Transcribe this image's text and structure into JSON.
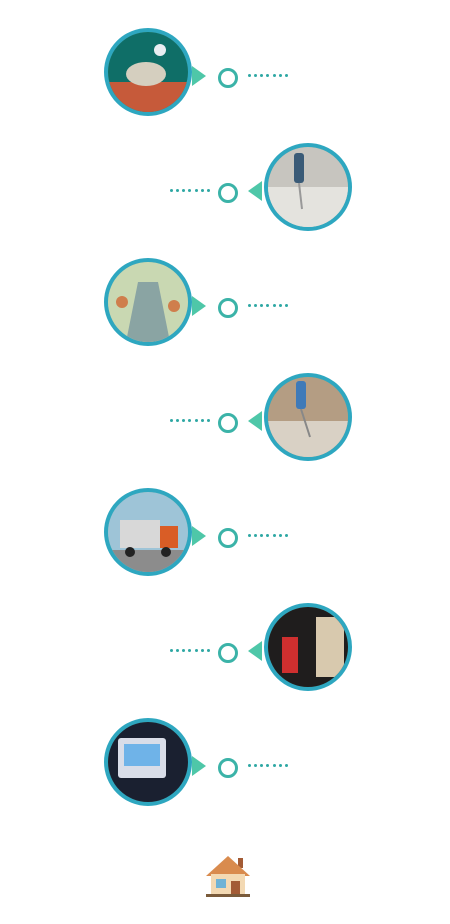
{
  "steps": [
    {
      "icon": "fish-handling-photo-icon",
      "side": "left",
      "colors": [
        "#0f6e67",
        "#d5cfbf",
        "#c65a3a"
      ]
    },
    {
      "icon": "temperature-probe-photo-icon",
      "side": "right",
      "colors": [
        "#e4e3de",
        "#3a5b77",
        "#c7c5bf"
      ]
    },
    {
      "icon": "processing-line-photo-icon",
      "side": "left",
      "colors": [
        "#c9d8b2",
        "#8aa4a3",
        "#cf7e4c"
      ]
    },
    {
      "icon": "temperature-probe-photo-icon",
      "side": "right",
      "colors": [
        "#d9d1c5",
        "#3f7ab8",
        "#b49d83"
      ]
    },
    {
      "icon": "truck-photo-icon",
      "side": "left",
      "colors": [
        "#9ec4d7",
        "#d95d26",
        "#d8d8d8"
      ]
    },
    {
      "icon": "warehouse-photo-icon",
      "side": "right",
      "colors": [
        "#1f1d1d",
        "#ce2f2f",
        "#d8c9ae"
      ]
    },
    {
      "icon": "cooler-box-photo-icon",
      "side": "left",
      "colors": [
        "#1a2030",
        "#6fb3e8",
        "#d9dde8"
      ]
    }
  ],
  "end_icon": "house-icon",
  "accent": "#2ea7c0",
  "accent2": "#4ec7a8"
}
